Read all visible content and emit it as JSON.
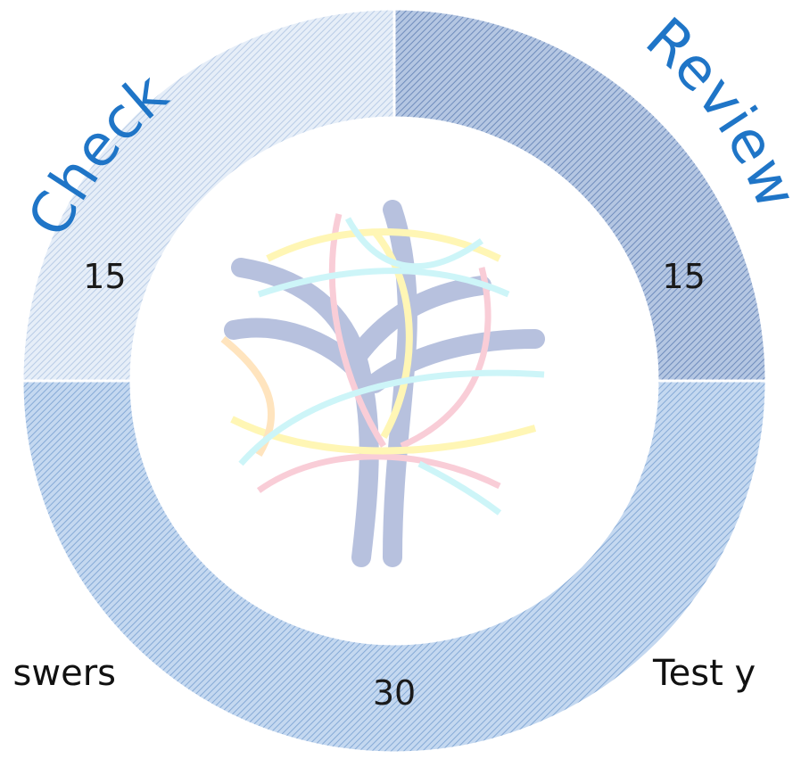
{
  "chart_data": {
    "type": "pie",
    "donut": true,
    "categories": [
      "Review",
      "Test yourself",
      "Check answers"
    ],
    "values": [
      15,
      30,
      15
    ],
    "value_labels": [
      "15",
      "30",
      "15"
    ],
    "arc_titles": [
      "Check",
      "Review"
    ],
    "colors": [
      "#9fb3d4",
      "#a8c3e3",
      "#c9d8ee"
    ],
    "hatched": true
  },
  "side_labels": {
    "left": "swers",
    "right": "Test y"
  }
}
